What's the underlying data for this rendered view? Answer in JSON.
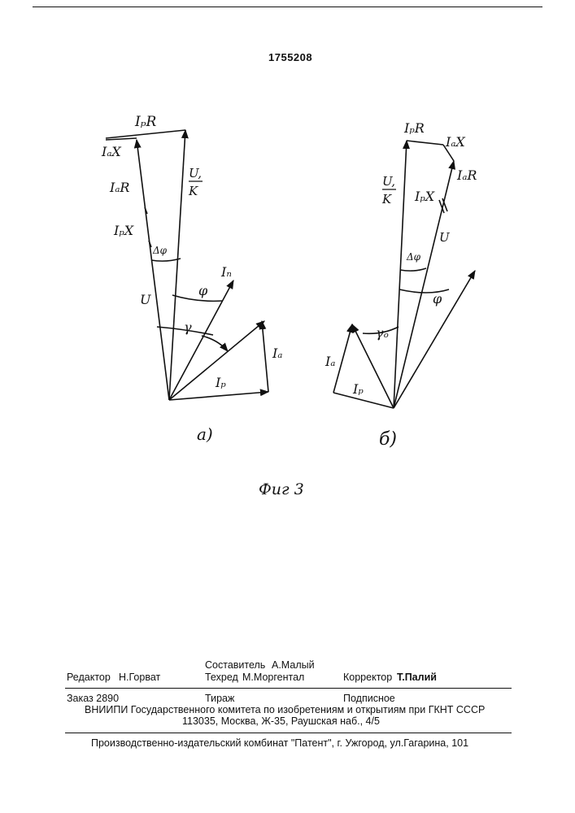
{
  "patent_number": "1755208",
  "diagram_a": {
    "caption": "а)",
    "labels": {
      "IpR": "IₚR",
      "IaX": "IₐX",
      "IaR": "IₐR",
      "IpX": "IₚX",
      "dphi": "Δφ",
      "U": "U",
      "U1_num": "U,",
      "U1_den": "K",
      "In": "Iₙ",
      "phi": "φ",
      "gamma": "γ",
      "Ia": "Iₐ",
      "Ip": "Iₚ"
    }
  },
  "diagram_b": {
    "caption": "б)",
    "labels": {
      "IpR": "IₚR",
      "IaX": "IₐX",
      "IaR": "IₐR",
      "U1_num": "U,",
      "U1_den": "K",
      "IpX": "IₚX",
      "U": "U",
      "dphi": "Δφ",
      "phi": "φ",
      "gamma0": "γₒ",
      "Ia": "Iₐ",
      "Ip": "Iₚ"
    }
  },
  "figure_caption": "Фиг 3",
  "footer": {
    "composer_label": "Составитель",
    "composer_name": "А.Малый",
    "editor_label": "Редактор",
    "editor_name": "Н.Горват",
    "techred_label": "Техред",
    "techred_name": "М.Моргентал",
    "corrector_label": "Корректор",
    "corrector_name": "Т.Палий",
    "order": "Заказ 2890",
    "circulation": "Тираж",
    "subscription": "Подписное",
    "org": "ВНИИПИ Государственного комитета по изобретениям и открытиям при ГКНТ СССР",
    "address": "113035, Москва, Ж-35, Раушская наб., 4/5",
    "publisher": "Производственно-издательский комбинат \"Патент\", г. Ужгород, ул.Гагарина, 101"
  }
}
